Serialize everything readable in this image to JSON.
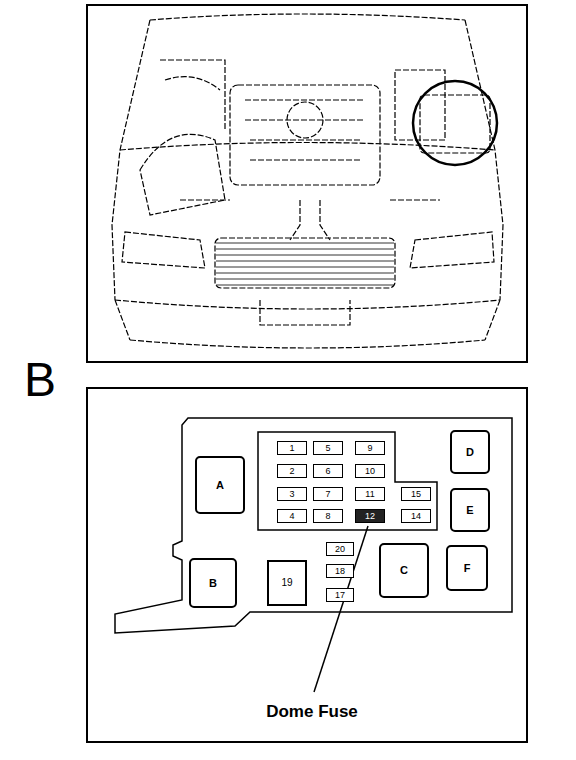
{
  "diagram": {
    "nodes": [
      {
        "text": [
          "A"
        ]
      },
      {
        "text": [
          "1"
        ]
      },
      {
        "text": [
          "5"
        ]
      },
      {
        "text": [
          "9"
        ]
      },
      {
        "text": [
          "D"
        ]
      },
      {
        "text": [
          "2"
        ]
      },
      {
        "text": [
          "6"
        ]
      },
      {
        "text": [
          "10"
        ]
      },
      {
        "text": [
          "3"
        ]
      },
      {
        "text": [
          "7"
        ]
      },
      {
        "text": [
          "11"
        ]
      },
      {
        "text": [
          "15"
        ]
      },
      {
        "text": [
          "E"
        ]
      },
      {
        "text": [
          "4"
        ]
      },
      {
        "text": [
          "8"
        ]
      },
      {
        "text": [
          "12"
        ]
      },
      {
        "text": [
          "14"
        ]
      },
      {
        "text": [
          "20"
        ]
      },
      {
        "text": [
          "B"
        ]
      },
      {
        "text": [
          "19"
        ]
      },
      {
        "text": [
          "18"
        ]
      },
      {
        "text": [
          "C"
        ]
      },
      {
        "text": [
          "F"
        ]
      },
      {
        "text": [
          "17"
        ]
      }
    ],
    "labels": [
      "B",
      "Dome Fuse"
    ]
  }
}
